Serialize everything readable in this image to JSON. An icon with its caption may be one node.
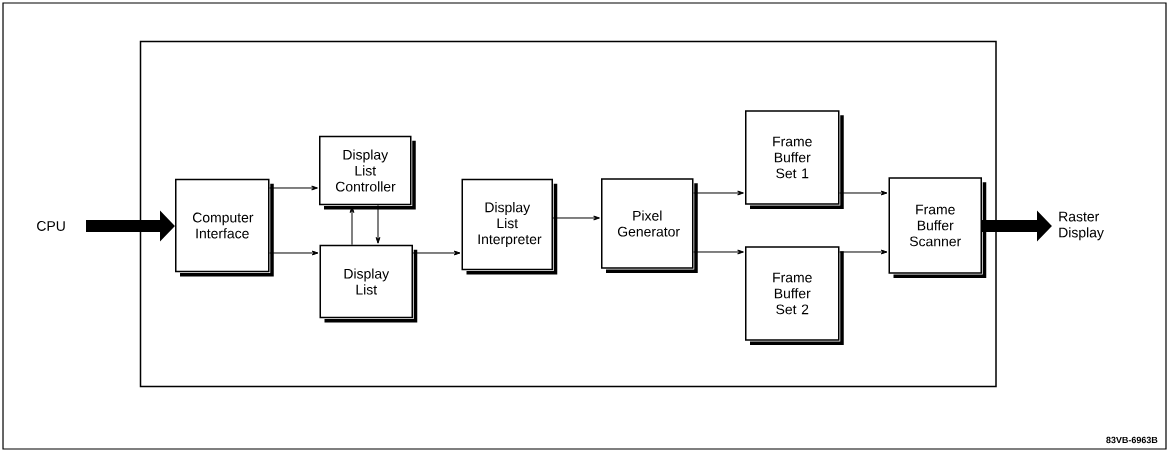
{
  "diagram": {
    "nodes": [
      {
        "text": [],
        "shape": "box"
      },
      {
        "text": [
          "CPU"
        ]
      },
      {
        "text": [
          "Computer Interface"
        ],
        "in": 0
      },
      {
        "text": [
          "Display List Controller"
        ],
        "in": 0
      },
      {
        "text": [
          "Display List"
        ],
        "in": 0
      },
      {
        "text": [
          "Display List Interpreter"
        ],
        "in": 0
      },
      {
        "text": [
          "Pixel Generator"
        ],
        "in": 0
      },
      {
        "text": [
          "Frame Buffer Set 1"
        ],
        "in": 0
      },
      {
        "text": [
          "Frame Buffer Set 2"
        ],
        "in": 0
      },
      {
        "text": [
          "Frame Buffer Scanner"
        ],
        "in": 0
      },
      {
        "text": [
          "Raster Display"
        ]
      }
    ],
    "edges": [
      {
        "from": 1,
        "to": 2,
        "arrow": "to",
        "style": "thick"
      },
      {
        "from": 2,
        "to": 3,
        "arrow": "to"
      },
      {
        "from": 2,
        "to": 4,
        "arrow": "to"
      },
      {
        "from": 4,
        "to": 3,
        "arrow": "to"
      },
      {
        "from": 3,
        "to": 4,
        "arrow": "to"
      },
      {
        "from": 4,
        "to": 5,
        "arrow": "to"
      },
      {
        "from": 5,
        "to": 6,
        "arrow": "to"
      },
      {
        "from": 6,
        "to": 7,
        "arrow": "to"
      },
      {
        "from": 6,
        "to": 8,
        "arrow": "to"
      },
      {
        "from": 7,
        "to": 9,
        "arrow": "to"
      },
      {
        "from": 8,
        "to": 9,
        "arrow": "to"
      },
      {
        "from": 9,
        "to": 10,
        "arrow": "to",
        "style": "thick"
      }
    ],
    "labels": [
      "83VB-6963B"
    ]
  }
}
